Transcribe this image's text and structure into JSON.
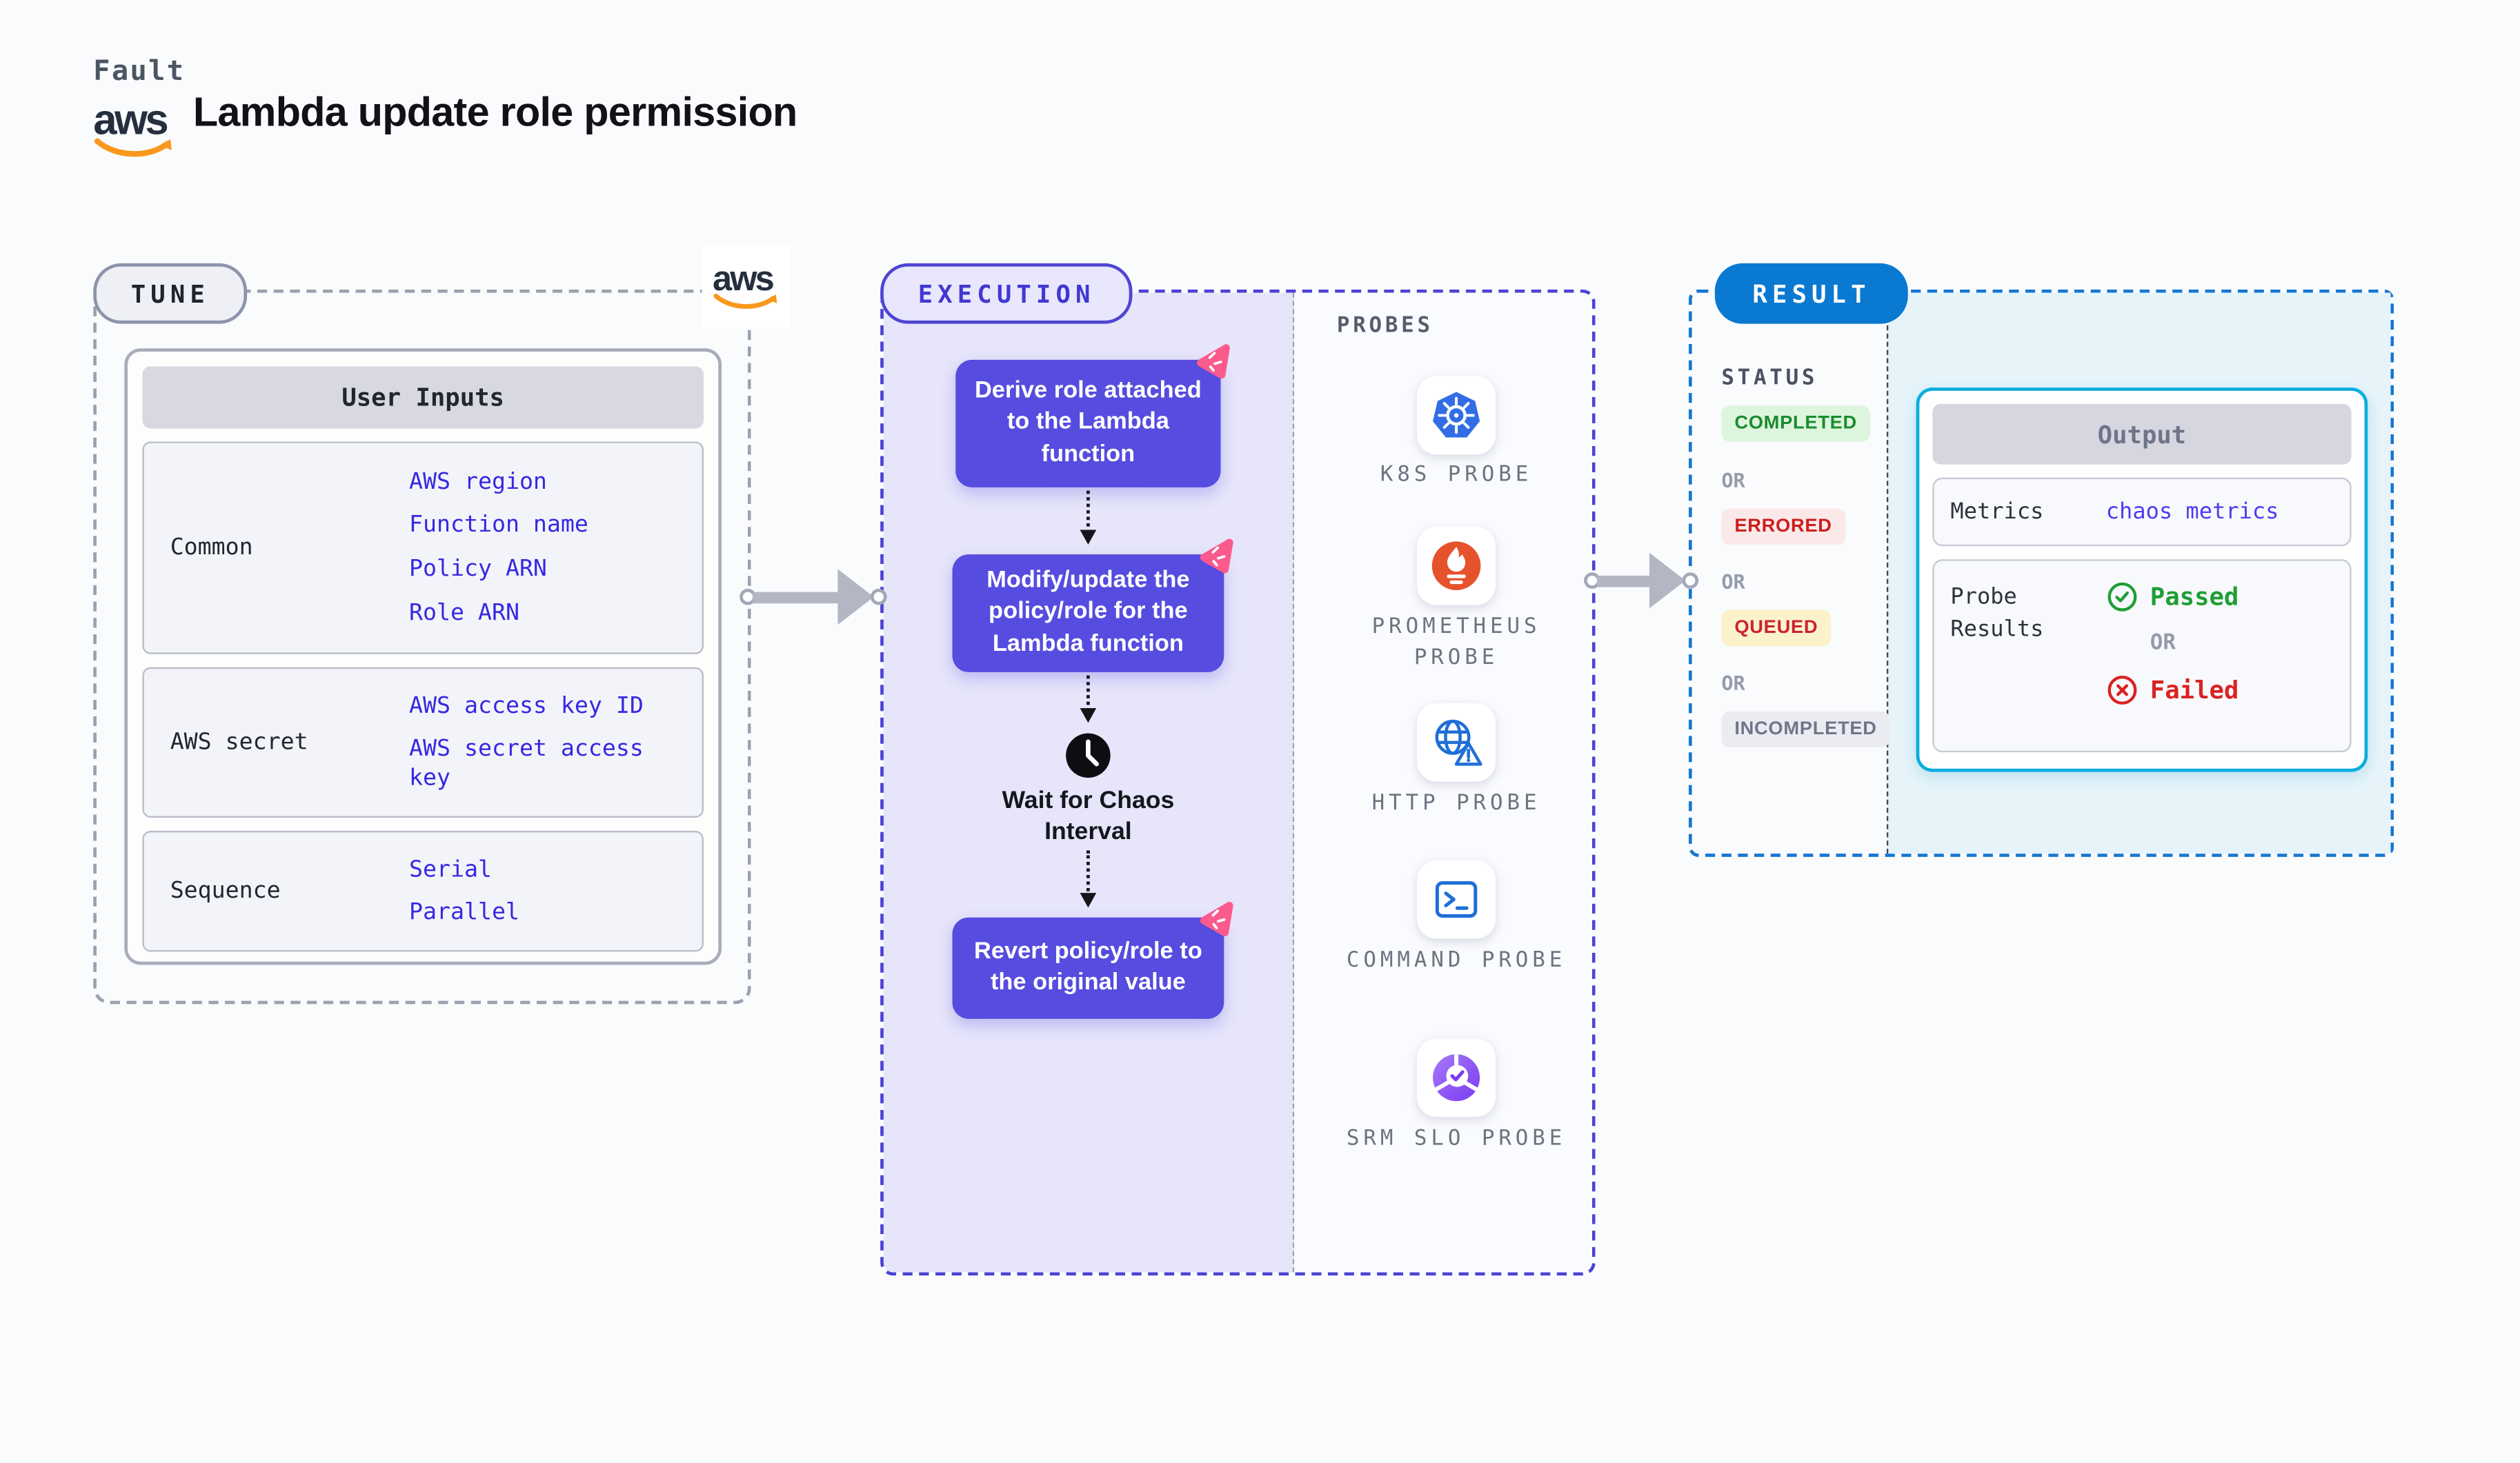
{
  "header": {
    "eyebrow": "Fault",
    "title": "Lambda update role permission",
    "aws_logo_text": "aws"
  },
  "tune": {
    "pill_label": "TUNE",
    "aws_badge_text": "aws",
    "table": {
      "header": "User Inputs",
      "rows": [
        {
          "label": "Common",
          "links": [
            "AWS region",
            "Function name",
            "Policy ARN",
            "Role ARN"
          ]
        },
        {
          "label": "AWS secret",
          "links": [
            "AWS access key ID",
            "AWS secret access key"
          ]
        },
        {
          "label": "Sequence",
          "links": [
            "Serial",
            "Parallel"
          ]
        }
      ]
    }
  },
  "execution": {
    "pill_label": "EXECUTION",
    "steps": [
      "Derive role attached to the Lambda function",
      "Modify/update the policy/role for the Lambda function",
      "Revert policy/role to the original value"
    ],
    "wait_label": "Wait for Chaos Interval",
    "wait_icon": "clock-icon",
    "step_flag_icon": "litmus-chaos-flag-icon"
  },
  "probes": {
    "heading": "PROBES",
    "items": [
      {
        "label": "K8S PROBE",
        "icon": "kubernetes-icon"
      },
      {
        "label": "PROMETHEUS PROBE",
        "icon": "prometheus-flame-icon"
      },
      {
        "label": "HTTP PROBE",
        "icon": "globe-warning-icon"
      },
      {
        "label": "COMMAND PROBE",
        "icon": "terminal-icon"
      },
      {
        "label": "SRM SLO PROBE",
        "icon": "slo-donut-check-icon"
      }
    ]
  },
  "result": {
    "pill_label": "RESULT",
    "status_heading": "STATUS",
    "or_label": "OR",
    "statuses": [
      {
        "label": "COMPLETED",
        "fg": "#1a8c2e",
        "bg": "#ddf5dc"
      },
      {
        "label": "ERRORED",
        "fg": "#cf1d1d",
        "bg": "#fbe9e9"
      },
      {
        "label": "QUEUED",
        "fg": "#cc2133",
        "bg": "#fcf2ca"
      },
      {
        "label": "INCOMPLETED",
        "fg": "#6f7689",
        "bg": "#ebebf2"
      }
    ],
    "output": {
      "header": "Output",
      "metrics_label": "Metrics",
      "metrics_value": "chaos metrics",
      "probe_results_label": "Probe Results",
      "or_label": "OR",
      "passed_label": "Passed",
      "passed_icon": "check-circle-icon",
      "failed_label": "Failed",
      "failed_icon": "x-circle-icon"
    }
  },
  "colors": {
    "page_bg": "#fafbfd",
    "step_box": "#564cdf",
    "execution_bg": "#e6e5fa",
    "execution_border": "#4b43d6",
    "tune_border": "#9ba1ae",
    "result_border": "#1677d0",
    "result_pill": "#0a79d2",
    "result_panel_bg": "#e6f4fa",
    "output_card_border": "#0caee0",
    "link_blue": "#3628e2",
    "metrics_link": "#4d3cf0",
    "passed_green": "#1f9e34",
    "failed_red": "#da2222",
    "litmus_pink": "#fb5a8d",
    "aws_orange": "#f9981d",
    "aws_navy": "#252f3e"
  }
}
